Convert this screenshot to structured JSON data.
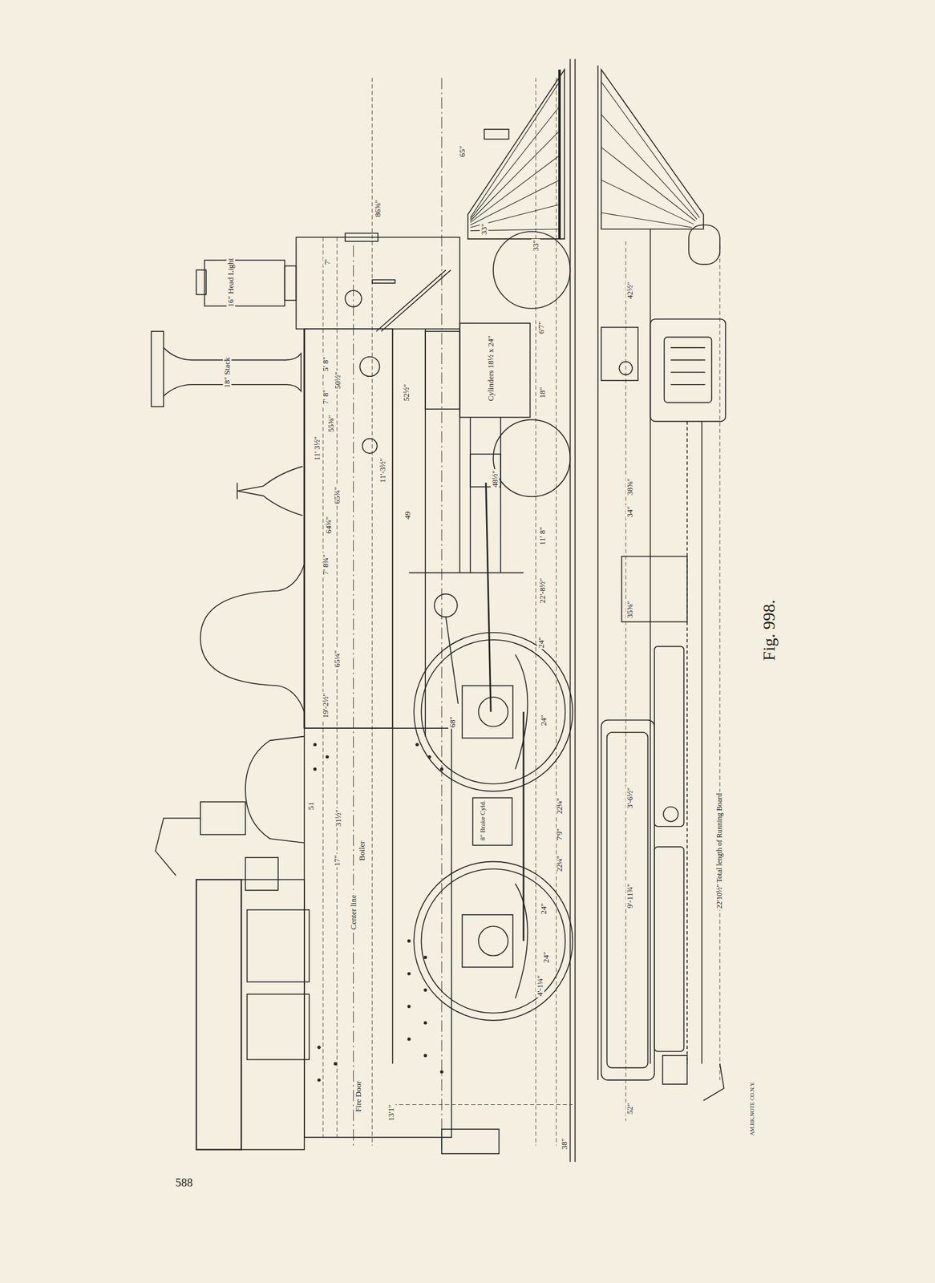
{
  "diagram": {
    "caption": "Fig. 998.",
    "labels": [
      "16\" Head Light",
      "18\" Stack",
      "65\"",
      "86⅝\"",
      "33\"",
      "33\"",
      "7'",
      "42½\"",
      "Cylinders 18½ x 24\"",
      "5' 8\"",
      "7' 8\"",
      "50½\"",
      "52½\"",
      "6'7\"",
      "18\"",
      "11' 3½\"",
      "55⅝\"",
      "11'-3½\"",
      "48½\"",
      "65¾\"",
      "64¾\"",
      "49",
      "38⅝\"",
      "34\"",
      "11' 8\"",
      "7' 8¾\"",
      "22'-8½\"",
      "35⅝\"",
      "24\"",
      "65¼\"",
      "19'-2½\"",
      "68\"",
      "24\"",
      "51",
      "31½\"",
      "8\" Brake Cyld.",
      "22¼\"",
      "7'9\"",
      "3'-6½\"",
      "Boiler",
      "17\"",
      "22¼\"",
      "9'-11¾\"",
      "Center line",
      "24\"",
      "24\"",
      "4'-1¼\"",
      "22'10½\" Total length of Running Board",
      "Fire Door",
      "13'1\"",
      "52\"",
      "38\"",
      "AM.BK.NOTE CO.N.Y.",
      "588"
    ]
  }
}
